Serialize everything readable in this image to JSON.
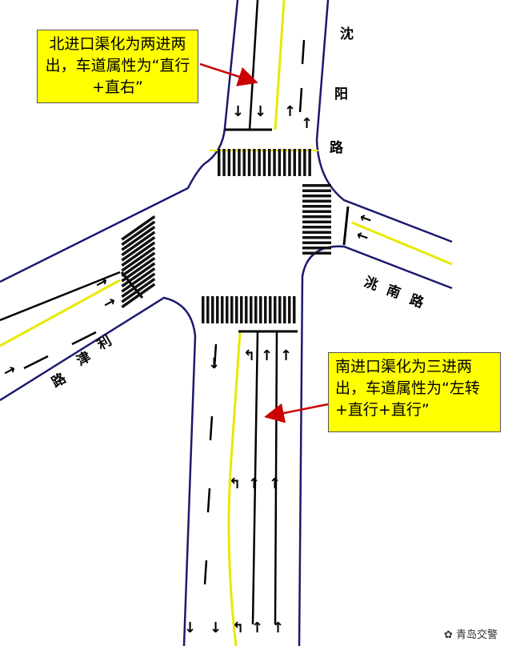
{
  "callouts": {
    "north": "北进口渠化为两进两出，车道属性为“直行+直右”",
    "south": "南进口渠化为三进两出，车道属性为“左转+直行+直行”"
  },
  "roads": {
    "north": [
      "沈",
      "阳",
      "路"
    ],
    "east": [
      "洮",
      "南",
      "路"
    ],
    "west": [
      "利",
      "津",
      "路"
    ]
  },
  "watermark": "青岛交警",
  "colors": {
    "edge": "#1a1a6e",
    "center": "#e8e800",
    "callout": "#ffff00",
    "arrow": "#cc0000"
  }
}
